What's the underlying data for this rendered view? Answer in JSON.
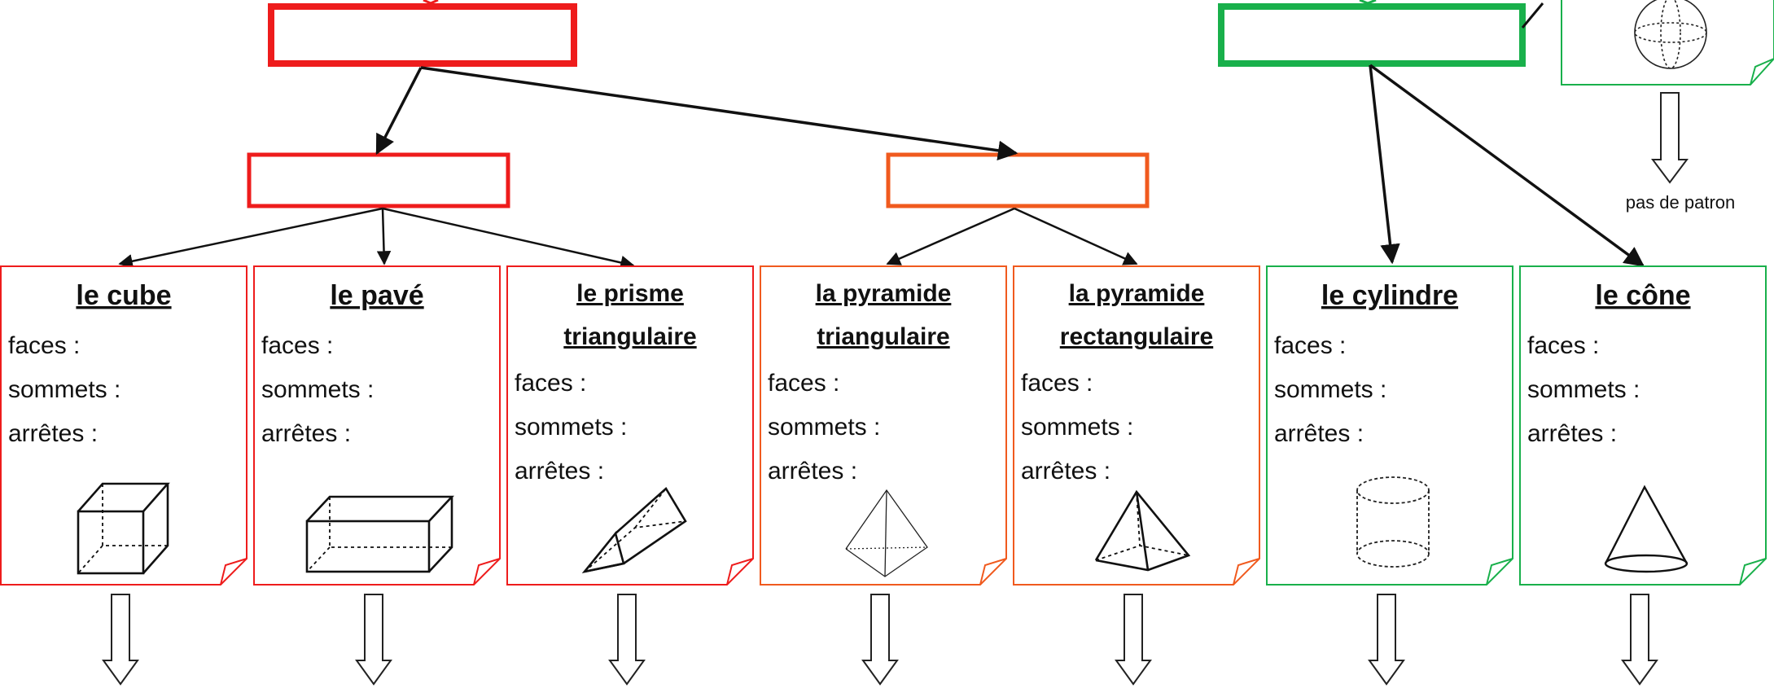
{
  "colors": {
    "red": "#ee1c1c",
    "orange": "#f05a1e",
    "green": "#19b04b",
    "black": "#111111"
  },
  "group_boxes": {
    "red_top": {
      "label": ""
    },
    "green_top": {
      "label": ""
    },
    "red_sub": {
      "label": ""
    },
    "orange_sub": {
      "label": ""
    }
  },
  "sphere_card": {
    "note": "pas de patron",
    "icon": "sphere-icon"
  },
  "property_labels": {
    "faces": "faces :",
    "sommets": "sommets :",
    "arretes": "arrêtes :"
  },
  "cards": [
    {
      "id": "cube",
      "title_lines": [
        "le cube"
      ],
      "group": "red",
      "icon": "cube-icon"
    },
    {
      "id": "pave",
      "title_lines": [
        "le pavé"
      ],
      "group": "red",
      "icon": "rectangular-prism-icon"
    },
    {
      "id": "prisme",
      "title_lines": [
        "le prisme",
        "triangulaire"
      ],
      "group": "red",
      "icon": "triangular-prism-icon"
    },
    {
      "id": "pyramide-tri",
      "title_lines": [
        "la pyramide",
        "triangulaire"
      ],
      "group": "orange",
      "icon": "triangular-pyramid-icon"
    },
    {
      "id": "pyramide-rect",
      "title_lines": [
        "la pyramide",
        "rectangulaire"
      ],
      "group": "orange",
      "icon": "square-pyramid-icon"
    },
    {
      "id": "cylindre",
      "title_lines": [
        "le cylindre"
      ],
      "group": "green",
      "icon": "cylinder-icon"
    },
    {
      "id": "cone",
      "title_lines": [
        "le cône"
      ],
      "group": "green",
      "icon": "cone-icon"
    }
  ]
}
